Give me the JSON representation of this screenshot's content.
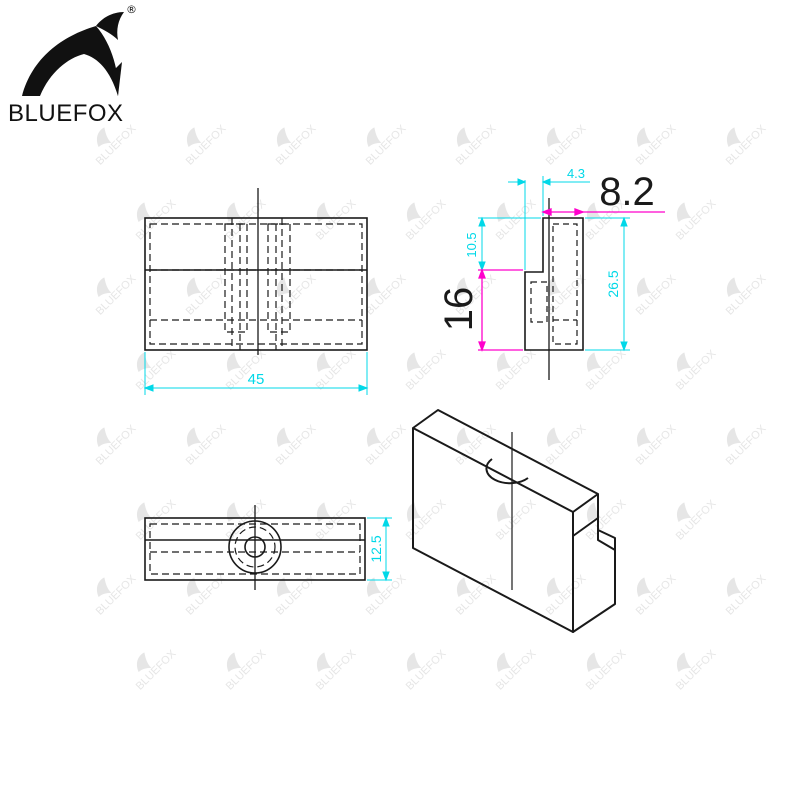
{
  "brand": {
    "name": "BLUEFOX",
    "registered": "®",
    "logo_icon": "fox-head-icon",
    "watermark_text": "BLUEFOX"
  },
  "colors": {
    "line": "#1a1a1a",
    "dim_cyan": "#00d8e8",
    "dim_magenta": "#ff00cc",
    "watermark": "#e6e6e6"
  },
  "front_view": {
    "width_label": "45"
  },
  "side_view": {
    "slot_label": "4.3",
    "top_width_label": "8.2",
    "upper_height_label": "10.5",
    "lower_height_label": "16",
    "total_height_label": "26.5"
  },
  "top_view": {
    "depth_label": "12.5"
  },
  "iso_view": {
    "icon": "isometric-block"
  }
}
